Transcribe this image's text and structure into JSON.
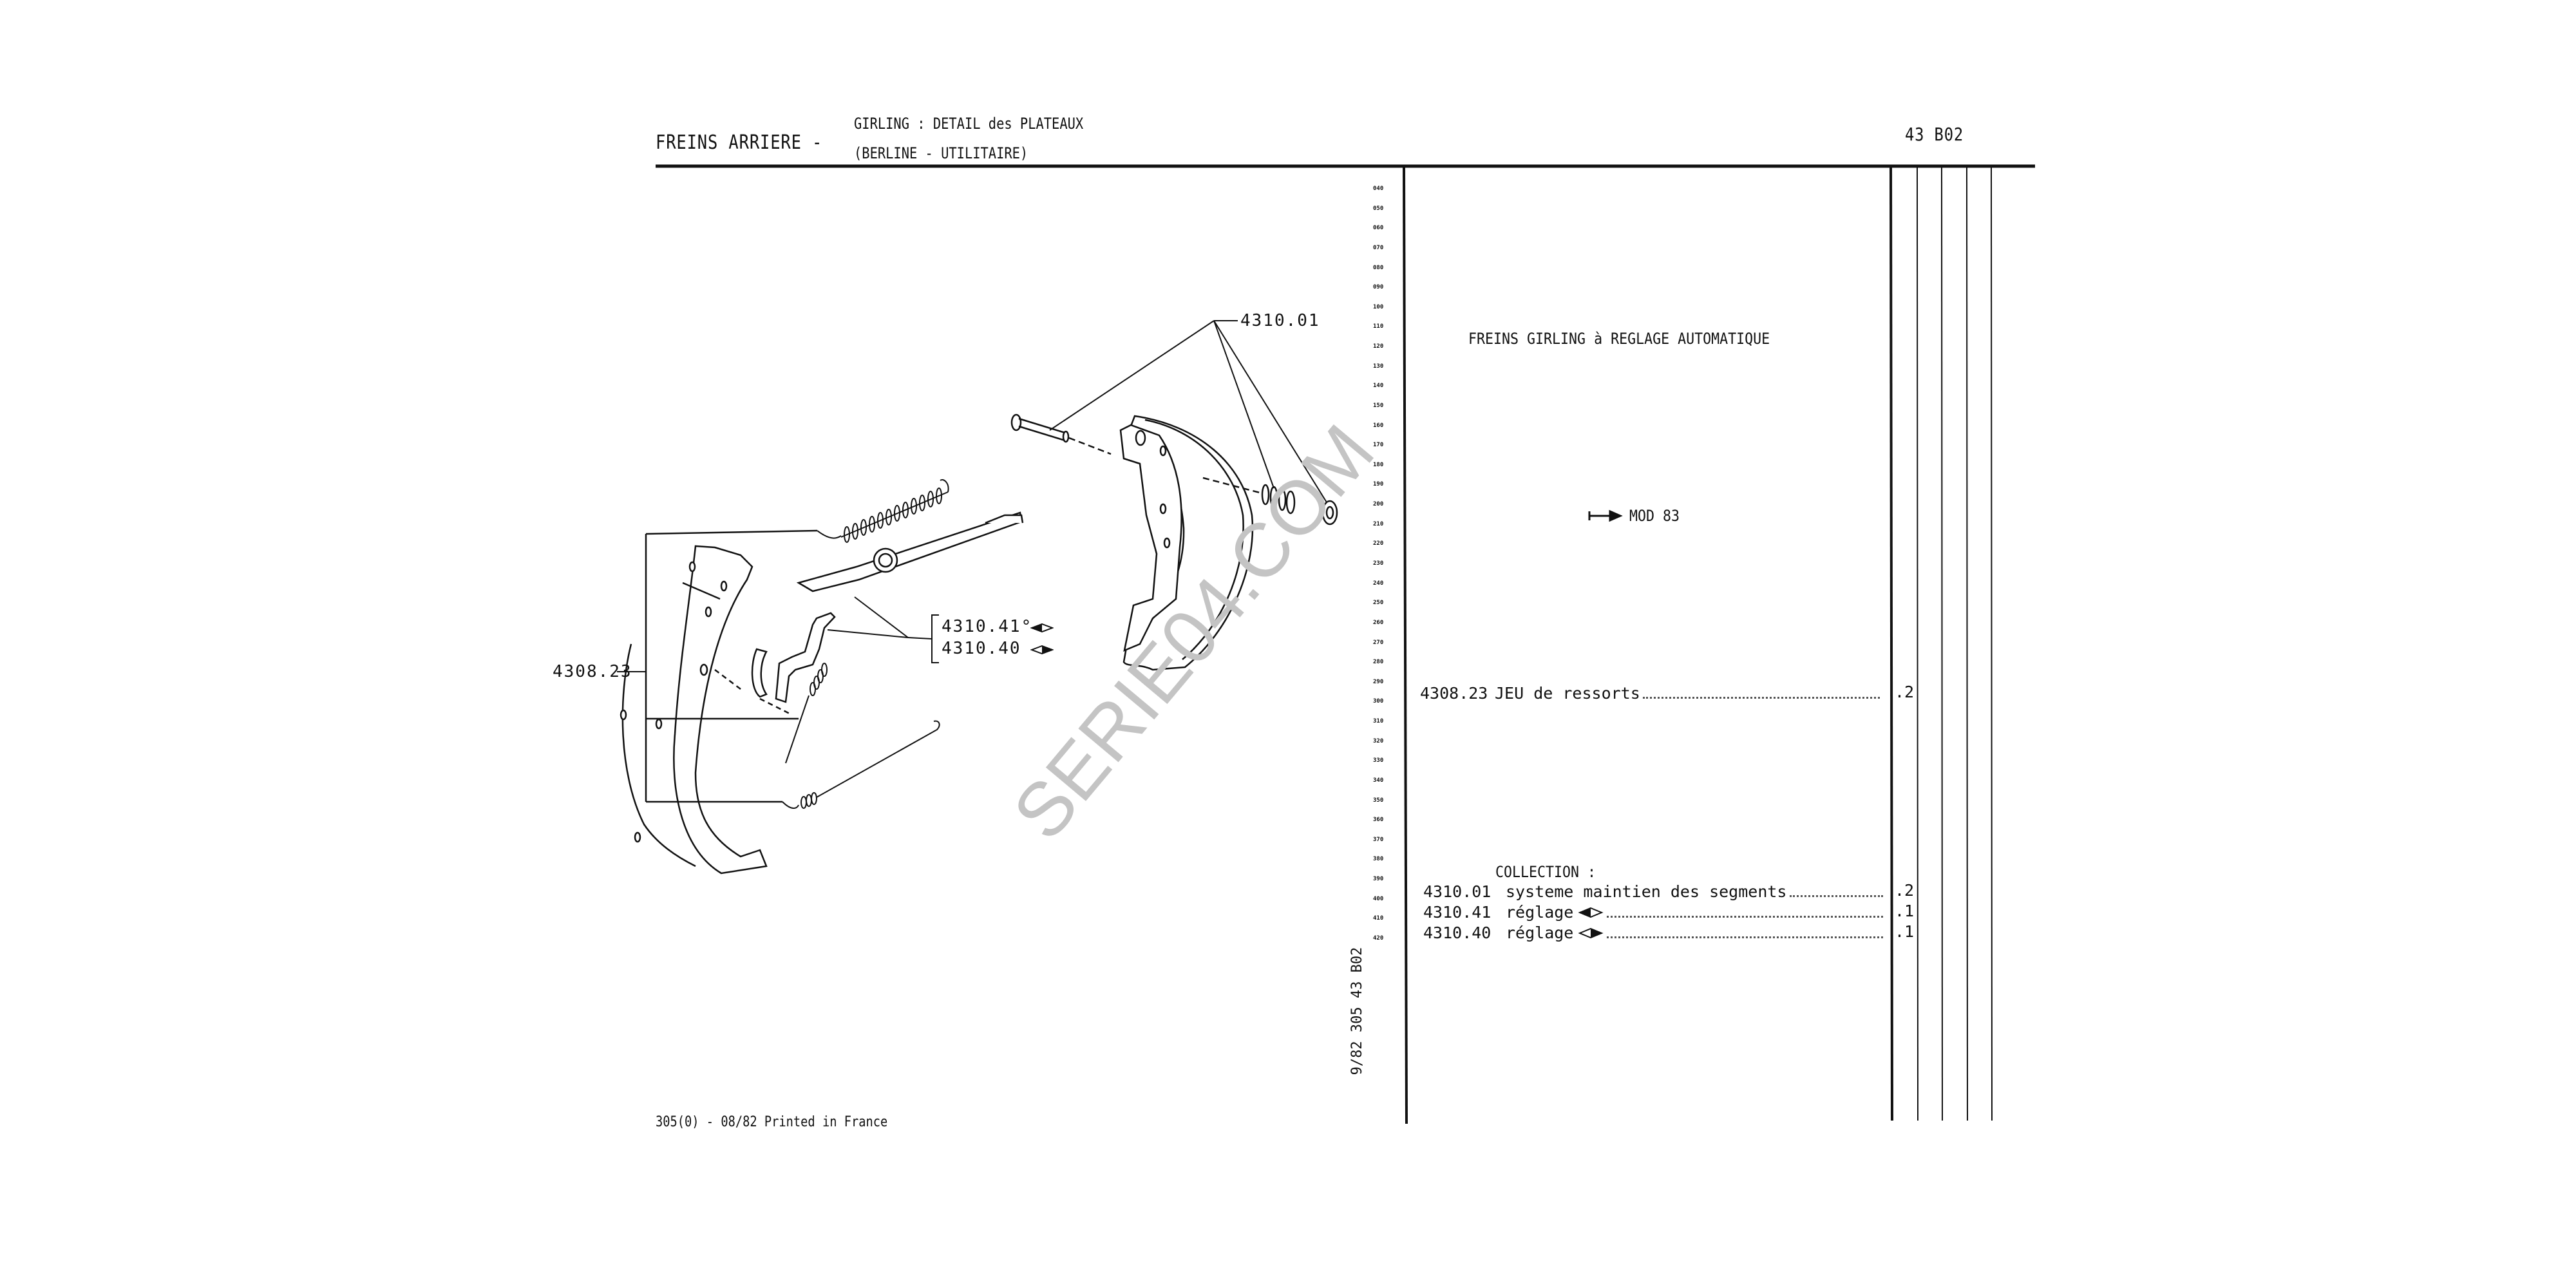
{
  "header": {
    "section": "FREINS ARRIERE -",
    "subtitle_line1": "GIRLING : DETAIL des PLATEAUX",
    "subtitle_line2": "(BERLINE - UTILITAIRE)",
    "page_code": "43 B02"
  },
  "diagram": {
    "callouts": {
      "c1": "4310.01",
      "c2": "4310.41°",
      "c3": "4310.40",
      "c4": "4308.23"
    },
    "watermark": "SERIE04.COM",
    "scale_ticks": [
      "040",
      "050",
      "060",
      "070",
      "080",
      "090",
      "100",
      "110",
      "120",
      "130",
      "140",
      "150",
      "160",
      "170",
      "180",
      "190",
      "200",
      "210",
      "220",
      "230",
      "240",
      "250",
      "260",
      "270",
      "280",
      "290",
      "300",
      "310",
      "320",
      "330",
      "340",
      "350",
      "360",
      "370",
      "380",
      "390",
      "400",
      "410",
      "420"
    ],
    "side_reference": "9/82 305 43 B02"
  },
  "parts": {
    "title": "FREINS GIRLING à REGLAGE AUTOMATIQUE",
    "model_marker": "MOD 83",
    "items": [
      {
        "code": "4308.23",
        "description": "JEU de ressorts",
        "qty": ".2"
      }
    ],
    "collection_title": "COLLECTION :",
    "collection": [
      {
        "code": "4310.01",
        "description": "systeme maintien des segments",
        "qty": ".2",
        "icon": ""
      },
      {
        "code": "4310.41",
        "description": "réglage",
        "qty": ".1",
        "icon": "diamond-left-filled"
      },
      {
        "code": "4310.40",
        "description": "réglage",
        "qty": ".1",
        "icon": "diamond-right-filled"
      }
    ]
  },
  "footer": {
    "print_info": "305(0) - 08/82 Printed in France"
  }
}
